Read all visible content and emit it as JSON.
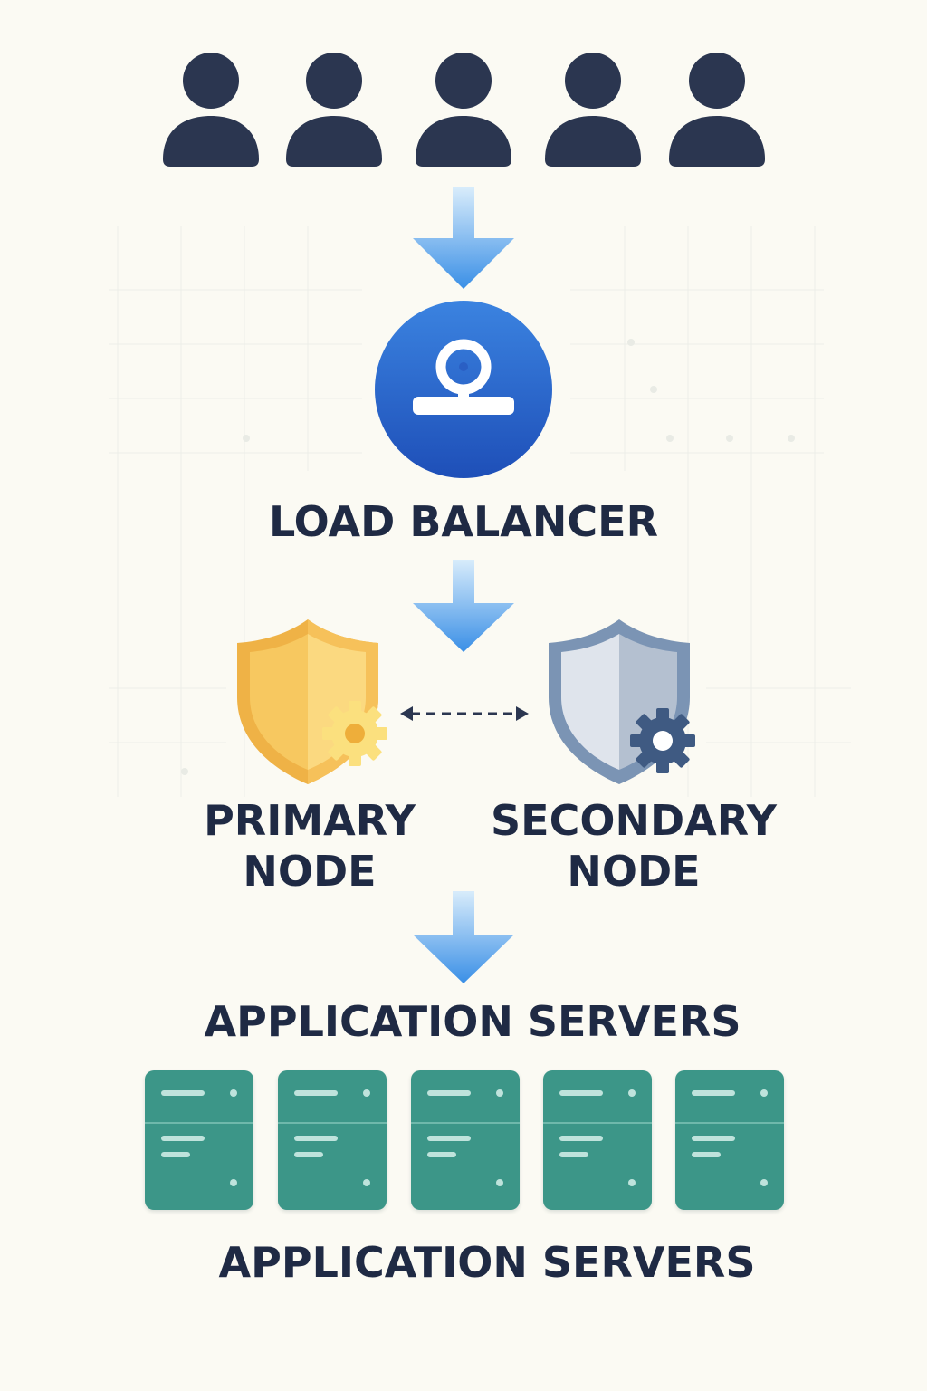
{
  "labels": {
    "load_balancer": "LOAD BALANCER",
    "primary_line1": "PRIMARY",
    "primary_line2": "NODE",
    "secondary_line1": "SECONDARY",
    "secondary_line2": "NODE",
    "app_servers_top": "APPLICATION SERVERS",
    "app_servers_bottom": "APPLICATION SERVERS"
  },
  "icons": {
    "users": [
      "user-icon",
      "user-icon",
      "user-icon",
      "user-icon",
      "user-icon"
    ],
    "load_balancer": "load-balancer-icon",
    "primary": "shield-gear-icon",
    "secondary": "shield-gear-icon",
    "servers": [
      "server-icon",
      "server-icon",
      "server-icon",
      "server-icon",
      "server-icon"
    ]
  },
  "colors": {
    "background": "#fbfaf3",
    "text": "#1f2a44",
    "user": "#2b3650",
    "arrow": "#4a98e8",
    "load_balancer": "#2a64cc",
    "primary_shield": "#f2b846",
    "secondary_shield": "#9eb0c6",
    "server": "#3c9688"
  }
}
